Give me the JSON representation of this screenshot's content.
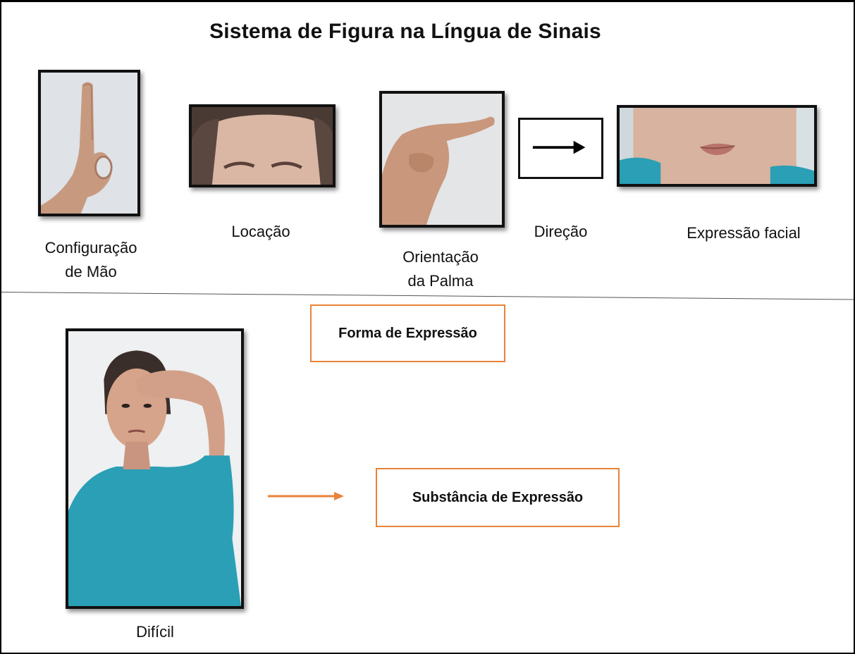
{
  "title": "Sistema de Figura na Língua de Sinais",
  "parameters": [
    {
      "id": "handshape",
      "label_line1": "Configuração",
      "label_line2": "de Mão",
      "image": "hand-index-finger-up-photo"
    },
    {
      "id": "location",
      "label_line1": "Locação",
      "image": "forehead-eyebrows-photo"
    },
    {
      "id": "palm",
      "label_line1": "Orientação",
      "label_line2": "da Palma",
      "image": "hand-pointing-sideways-photo"
    },
    {
      "id": "direction",
      "label_line1": "Direção",
      "image": "right-arrow-icon"
    },
    {
      "id": "facial",
      "label_line1": "Expressão facial",
      "image": "mouth-chin-photo"
    }
  ],
  "bottom": {
    "form_box": "Forma de Expressão",
    "substance_box": "Substância de Expressão",
    "sign_caption": "Difícil",
    "sign_image": "woman-signing-difficult-photo"
  },
  "colors": {
    "accent": "#e8833a",
    "frame": "#000000",
    "shirt": "#2a9fb5"
  }
}
